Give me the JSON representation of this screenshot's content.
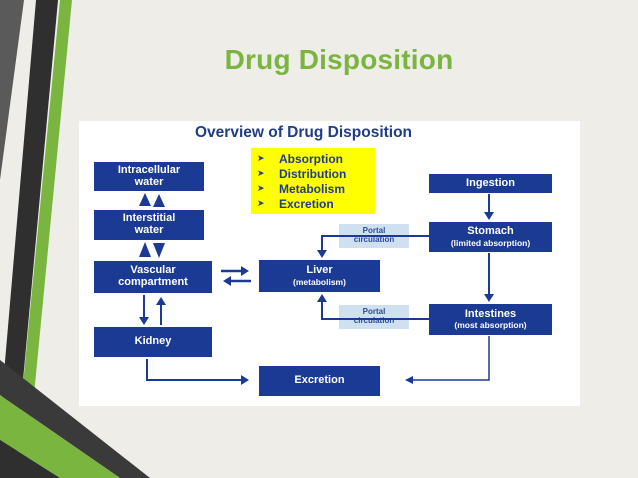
{
  "slide": {
    "title": "Drug Disposition",
    "colors": {
      "accent": "#7ab540",
      "box": "#1b3a94",
      "highlight": "#ffff00",
      "portal": "#cfe0f1",
      "background": "#eeede8"
    }
  },
  "diagram": {
    "heading": "Overview of Drug Disposition",
    "phases": [
      "Absorption",
      "Distribution",
      "Metabolism",
      "Excretion"
    ],
    "boxes": {
      "intracellular": {
        "line1": "Intracellular",
        "line2": "water"
      },
      "interstitial": {
        "line1": "Interstitial",
        "line2": "water"
      },
      "vascular": {
        "line1": "Vascular",
        "line2": "compartment"
      },
      "kidney": {
        "label": "Kidney"
      },
      "liver": {
        "label": "Liver",
        "sub": "(metabolism)"
      },
      "ingestion": {
        "label": "Ingestion"
      },
      "stomach": {
        "label": "Stomach",
        "sub": "(limited absorption)"
      },
      "intestines": {
        "label": "Intestines",
        "sub": "(most absorption)"
      },
      "excretion": {
        "label": "Excretion"
      }
    },
    "portal_top": {
      "line1": "Portal",
      "line2": "circulation"
    },
    "portal_bottom": {
      "line1": "Portal",
      "line2": "circulation"
    }
  }
}
